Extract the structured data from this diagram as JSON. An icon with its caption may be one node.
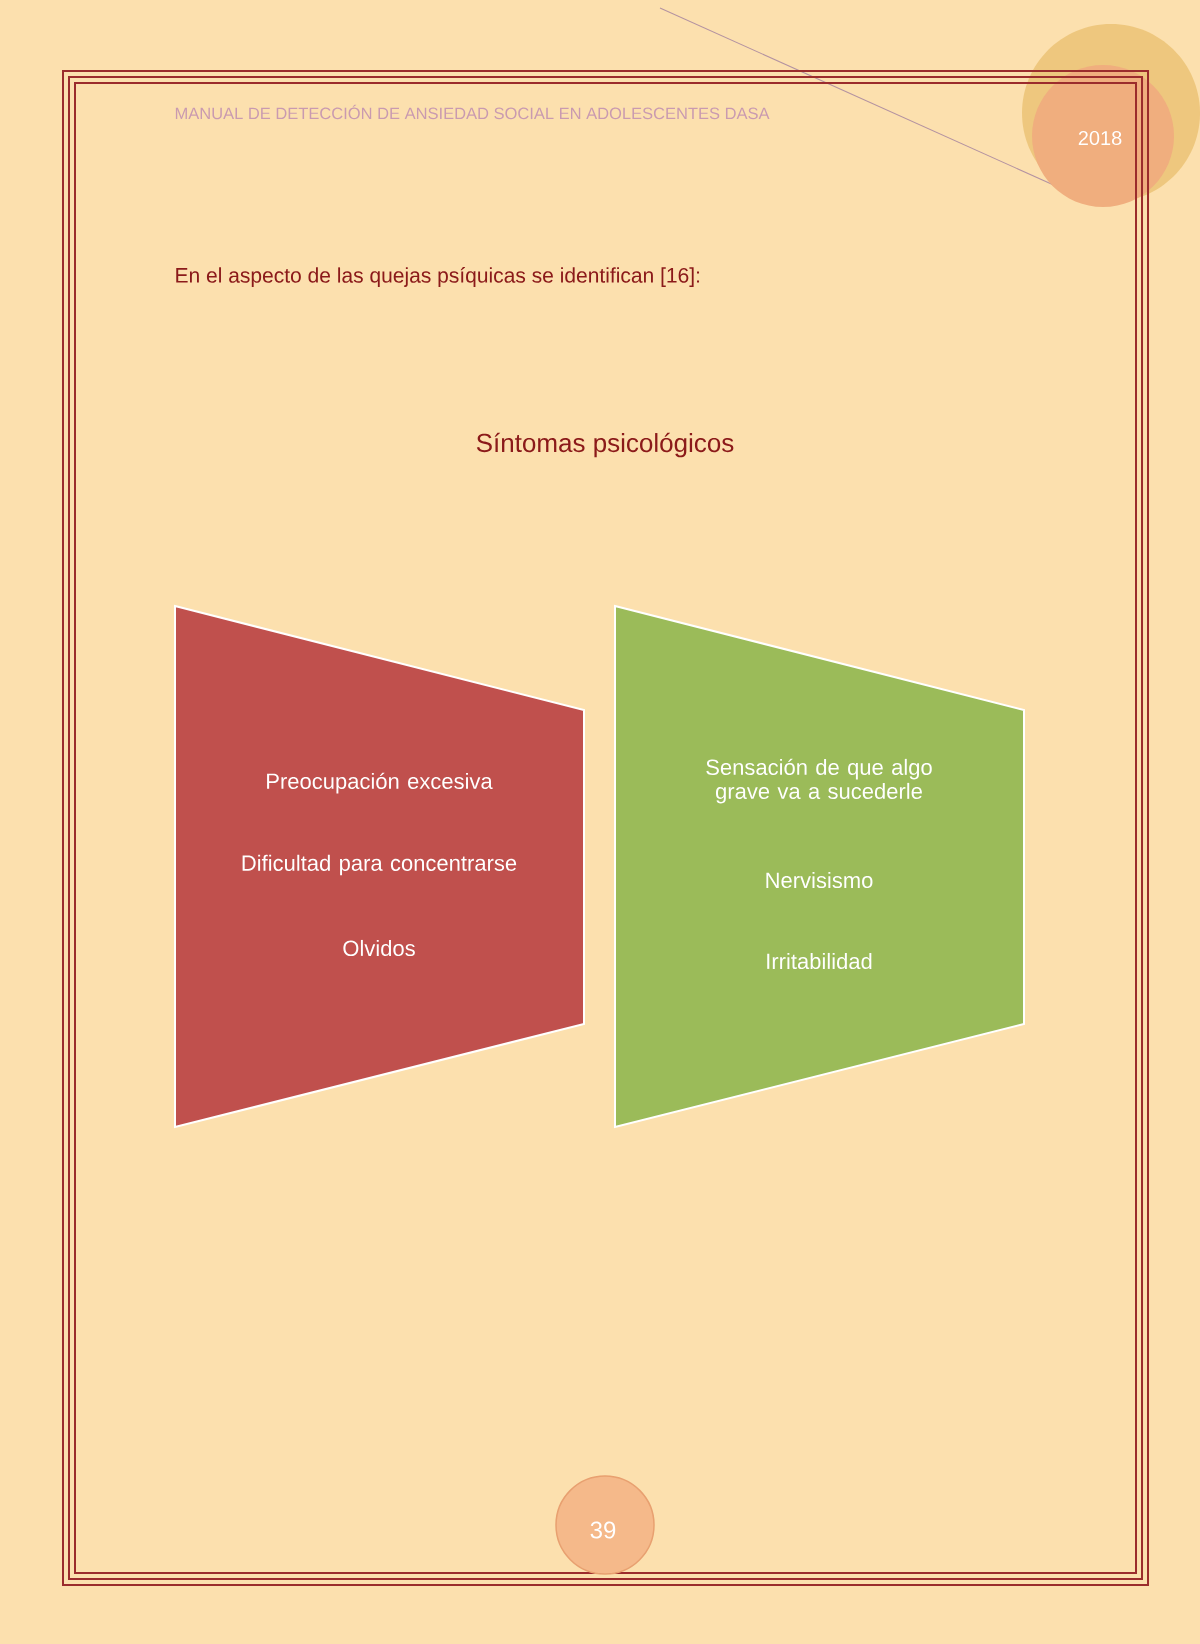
{
  "diagram": {
    "title": "Síntomas psicológicos",
    "nodes": [
      {
        "text": [
          "Preocupación excesiva",
          "Dificultad para concentrarse",
          "Olvidos"
        ]
      },
      {
        "text": [
          "Sensación de que algo grave va a sucederle",
          "Nervisismo",
          "Irritabilidad"
        ]
      }
    ],
    "labels": [
      "MANUAL DE DETECCIÓN DE ANSIEDAD SOCIAL EN ADOLESCENTES DASA",
      "2018",
      "En el aspecto de las quejas psíquicas se identifican [16]:",
      "39"
    ]
  }
}
